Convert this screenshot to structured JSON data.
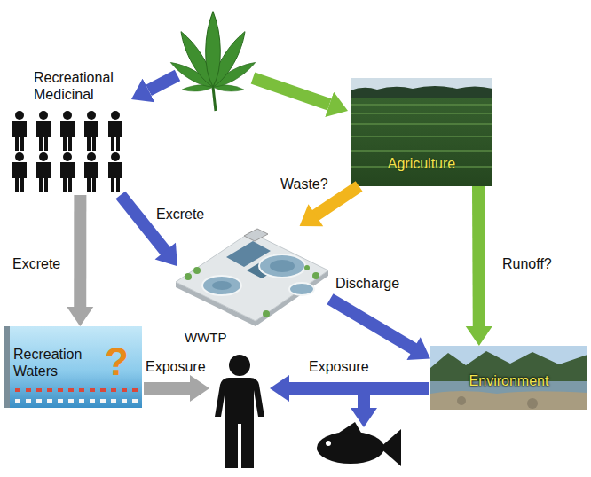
{
  "diagram": {
    "nodes": [
      {
        "text": [
          "Recreational Medicinal"
        ]
      },
      {
        "text": [
          "Agriculture"
        ]
      },
      {
        "text": [
          "WWTP"
        ]
      },
      {
        "text": [
          "Recreation Waters"
        ]
      },
      {
        "text": [
          "Environment"
        ]
      }
    ],
    "edges": [
      {
        "from": 0,
        "to": 2,
        "label": "Excrete",
        "arrow": "to"
      },
      {
        "from": 0,
        "to": 3,
        "label": "Excrete",
        "arrow": "to"
      },
      {
        "from": 1,
        "to": 2,
        "label": "Waste?",
        "arrow": "to"
      },
      {
        "from": 1,
        "to": 4,
        "label": "Runoff?",
        "arrow": "to"
      },
      {
        "from": 2,
        "to": 4,
        "label": "Discharge",
        "arrow": "to"
      }
    ],
    "labels": [
      "Exposure",
      "Exposure",
      "?"
    ]
  }
}
